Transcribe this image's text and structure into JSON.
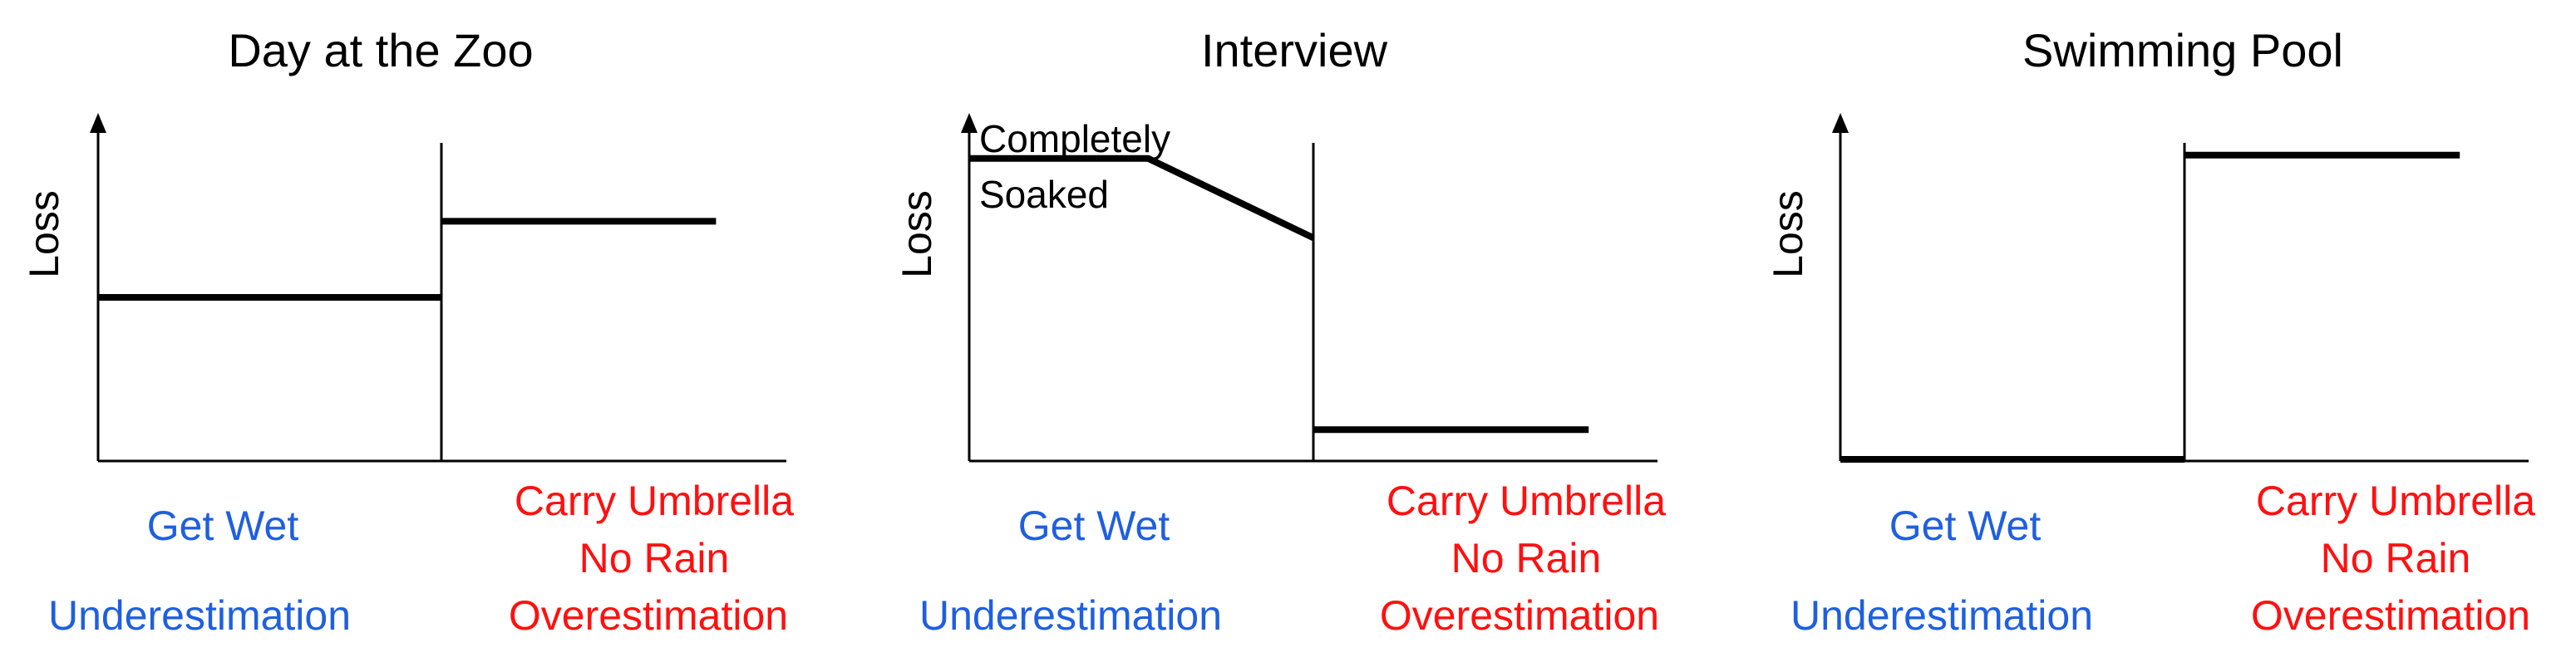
{
  "colors": {
    "underestimation": "#1f5fe0",
    "overestimation": "#ff1010",
    "axis": "#000000",
    "line": "#000000"
  },
  "chart_data": [
    {
      "type": "line",
      "title": "Day at the Zoo",
      "ylabel": "Loss",
      "xlabel": "",
      "ylim": [
        0,
        100
      ],
      "grid": false,
      "left_labels": [
        "Get Wet",
        "Underestimation"
      ],
      "right_labels": [
        "Carry Umbrella",
        "No Rain",
        "Overestimation"
      ],
      "annotations": [],
      "segments": [
        {
          "x": [
            0,
            1
          ],
          "y": [
            49,
            49
          ]
        },
        {
          "x": [
            1,
            1.8
          ],
          "y": [
            72,
            72
          ]
        }
      ]
    },
    {
      "type": "line",
      "title": "Interview",
      "ylabel": "Loss",
      "xlabel": "",
      "ylim": [
        0,
        100
      ],
      "grid": false,
      "left_labels": [
        "Get Wet",
        "Underestimation"
      ],
      "right_labels": [
        "Carry Umbrella",
        "No Rain",
        "Overestimation"
      ],
      "annotations": [
        "Completely",
        "Soaked"
      ],
      "segments": [
        {
          "x": [
            0,
            0.52,
            1
          ],
          "y": [
            91,
            91,
            67
          ]
        },
        {
          "x": [
            1,
            1.8
          ],
          "y": [
            9,
            9
          ]
        }
      ]
    },
    {
      "type": "line",
      "title": "Swimming Pool",
      "ylabel": "Loss",
      "xlabel": "",
      "ylim": [
        0,
        100
      ],
      "grid": false,
      "left_labels": [
        "Get Wet",
        "Underestimation"
      ],
      "right_labels": [
        "Carry Umbrella",
        "No Rain",
        "Overestimation"
      ],
      "annotations": [],
      "segments": [
        {
          "x": [
            0,
            1
          ],
          "y": [
            0,
            0
          ]
        },
        {
          "x": [
            1,
            1.8
          ],
          "y": [
            92,
            92
          ]
        }
      ]
    }
  ]
}
